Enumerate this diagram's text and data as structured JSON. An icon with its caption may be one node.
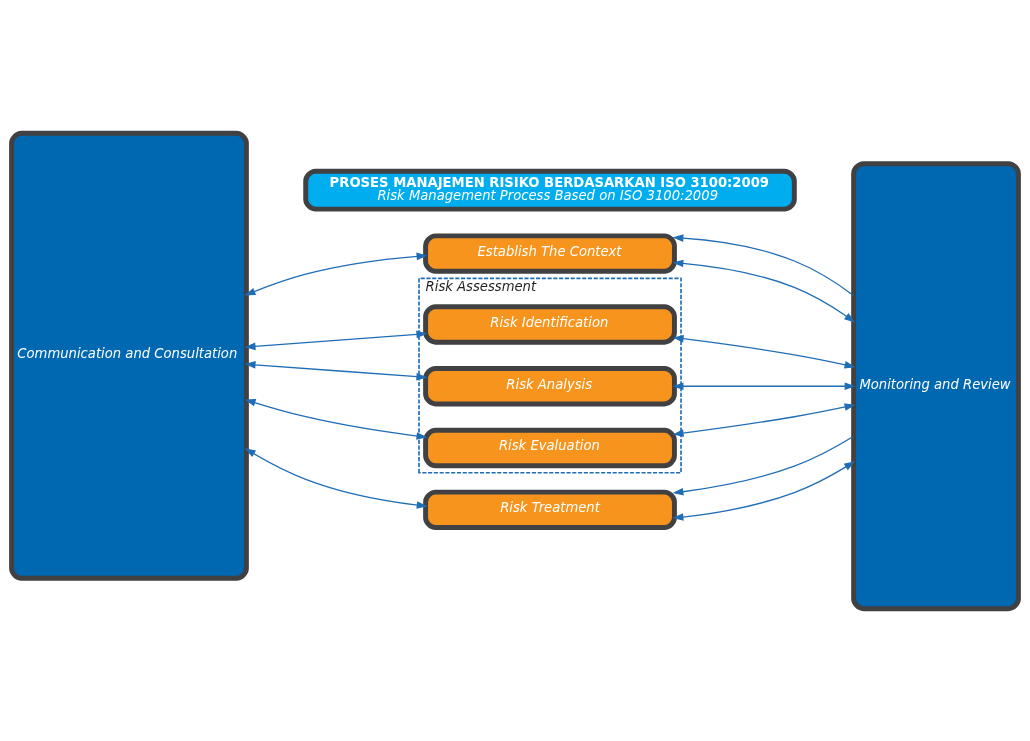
{
  "diagram": {
    "nodes": [
      {
        "text": [
          "PROSES MANAJEMEN RISIKO BERDASARKAN ISO 3100:2009",
          "Risk Management Process Based on ISO 3100:2009"
        ]
      },
      {
        "text": [
          "Communication and Consultation"
        ]
      },
      {
        "text": [
          "Establish The Context"
        ]
      },
      {
        "text": [
          "Risk Assessment"
        ]
      },
      {
        "text": [
          "Risk Identification"
        ],
        "in": 3
      },
      {
        "text": [
          "Risk Analysis"
        ],
        "in": 3
      },
      {
        "text": [
          "Risk Evaluation"
        ],
        "in": 3
      },
      {
        "text": [
          "Risk Treatment"
        ]
      },
      {
        "text": [
          "Monitoring and Review"
        ]
      }
    ],
    "edges": [
      {
        "from": 1,
        "to": 2,
        "arrow": "both"
      },
      {
        "from": 2,
        "to": 8,
        "arrow": "both"
      },
      {
        "from": 1,
        "to": 4,
        "arrow": "both"
      },
      {
        "from": 4,
        "to": 8,
        "arrow": "both"
      },
      {
        "from": 1,
        "to": 5,
        "arrow": "both"
      },
      {
        "from": 5,
        "to": 8,
        "arrow": "both"
      },
      {
        "from": 1,
        "to": 6,
        "arrow": "both"
      },
      {
        "from": 6,
        "to": 8,
        "arrow": "both"
      },
      {
        "from": 1,
        "to": 7,
        "arrow": "both"
      },
      {
        "from": 7,
        "to": 8,
        "arrow": "both"
      },
      {
        "from": 8,
        "to": 2,
        "arrow": "to"
      },
      {
        "from": 8,
        "to": 7,
        "arrow": "to"
      }
    ]
  }
}
